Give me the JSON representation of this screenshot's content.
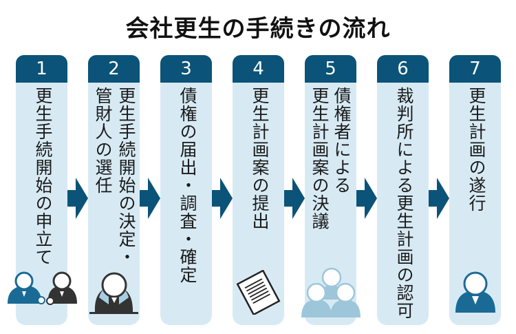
{
  "title": "会社更生の手続きの流れ",
  "colors": {
    "header": "#0b5378",
    "body": "#d7eaf4",
    "arrow": "#0b5378",
    "accent": "#1a6a96"
  },
  "steps": [
    {
      "number": "1",
      "lines": [
        "更生手続開始の申立て"
      ],
      "icon": "two-people-handshake-icon"
    },
    {
      "number": "2",
      "lines": [
        "更生手続開始の決定・",
        "管財人の選任"
      ],
      "icon": "trustee-at-desk-icon"
    },
    {
      "number": "3",
      "lines": [
        "債権の届出・調査・確定"
      ],
      "icon": ""
    },
    {
      "number": "4",
      "lines": [
        "更生計画案の提出"
      ],
      "icon": "document-icon"
    },
    {
      "number": "5",
      "lines": [
        "債権者による",
        "更生計画案の決議"
      ],
      "icon": "creditors-group-icon"
    },
    {
      "number": "6",
      "lines": [
        "裁判所による更生計画の認可"
      ],
      "icon": ""
    },
    {
      "number": "7",
      "lines": [
        "更生計画の遂行"
      ],
      "icon": "person-icon"
    }
  ]
}
